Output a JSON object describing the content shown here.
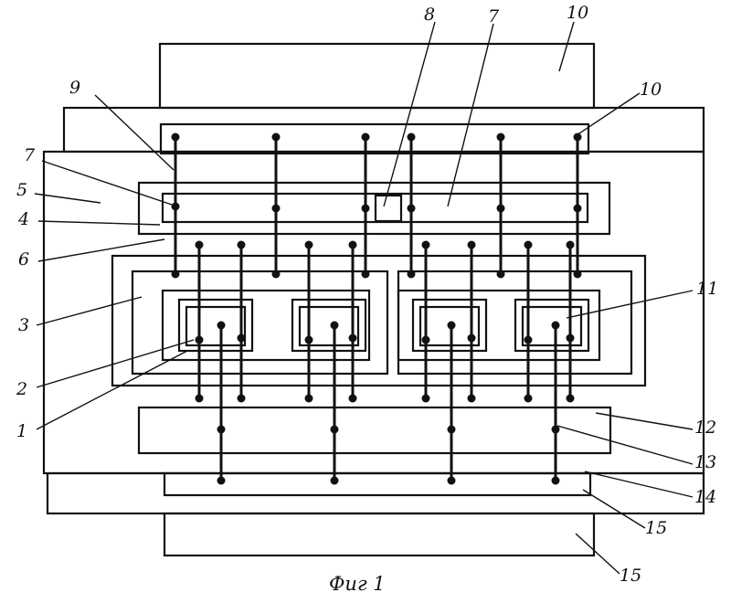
{
  "figure": {
    "caption": "Фиг 1",
    "labels": {
      "l1": "1",
      "l2": "2",
      "l3": "3",
      "l4": "4",
      "l5": "5",
      "l6": "6",
      "l7a": "7",
      "l7b": "7",
      "l8": "8",
      "l9": "9",
      "l10a": "10",
      "l10b": "10",
      "l11": "11",
      "l12": "12",
      "l13": "13",
      "l14": "14",
      "l15a": "15",
      "l15b": "15"
    }
  }
}
